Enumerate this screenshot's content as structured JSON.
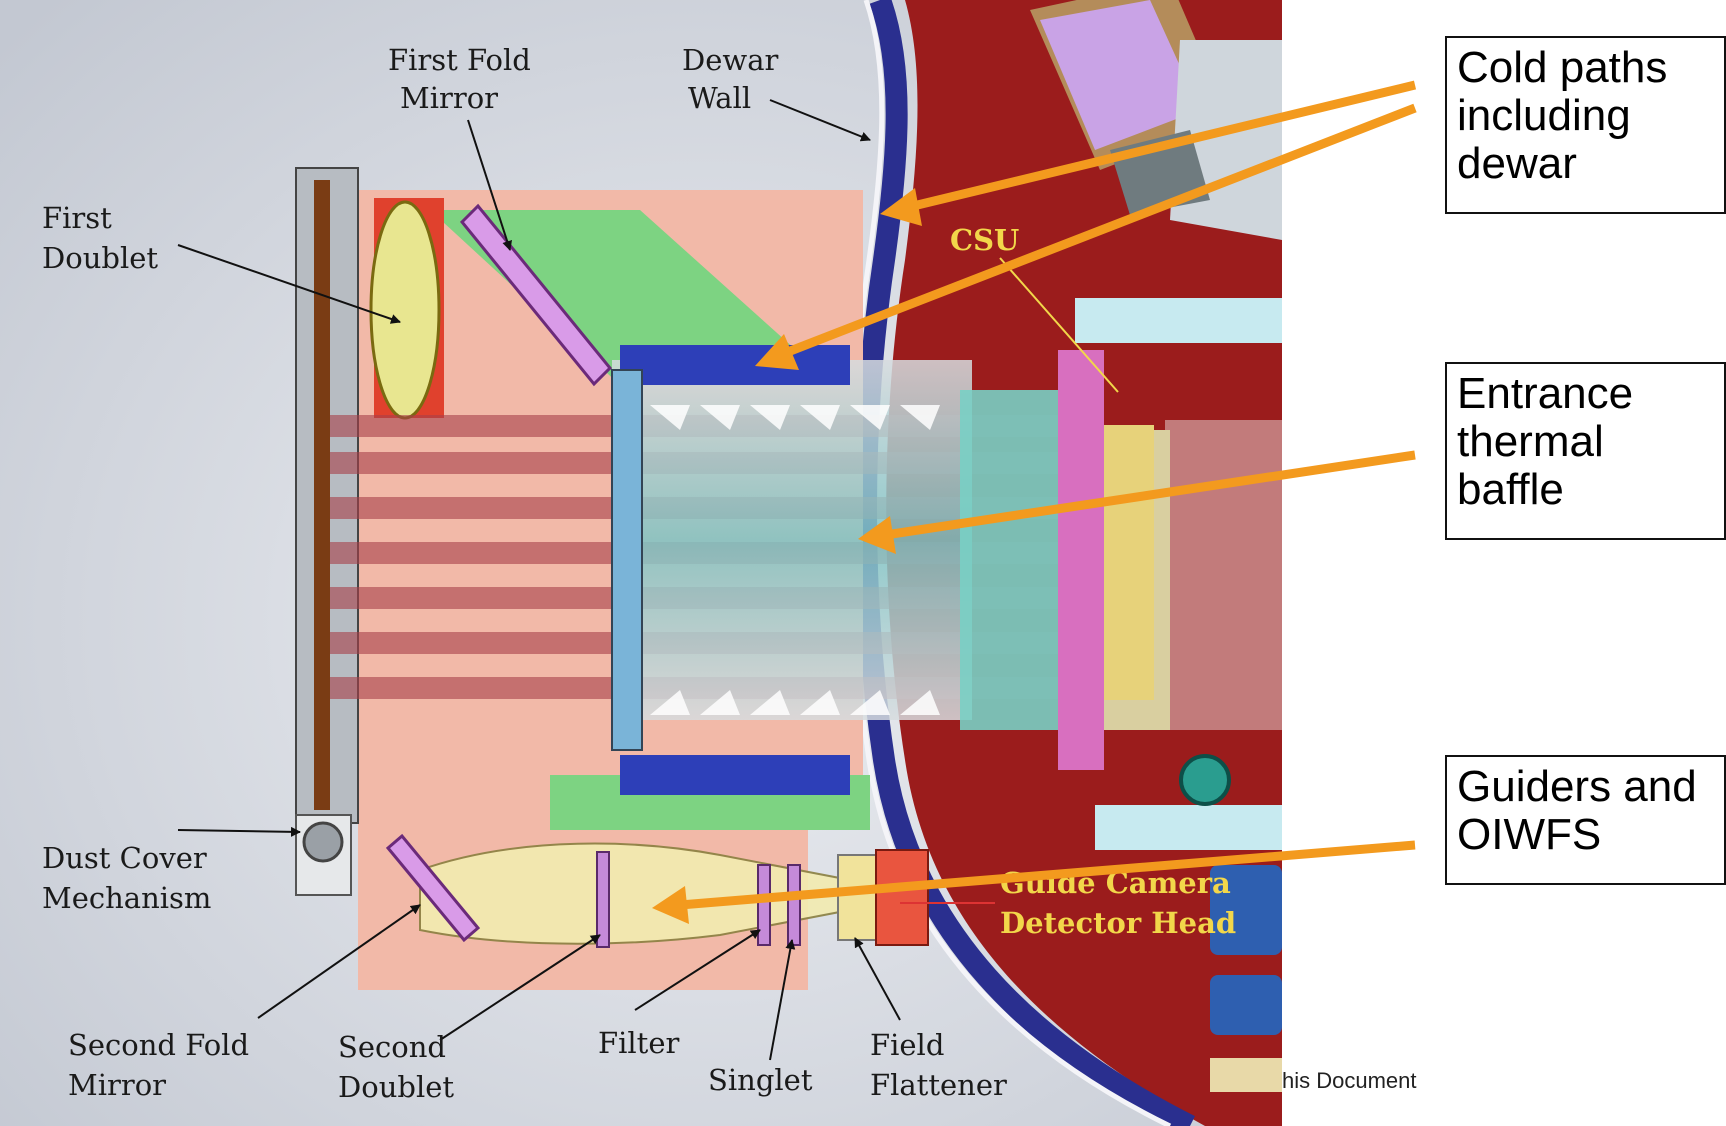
{
  "labels": {
    "first_fold_mirror": [
      "First Fold",
      "Mirror"
    ],
    "dewar_wall": [
      "Dewar",
      "Wall"
    ],
    "first_doublet": [
      "First",
      "Doublet"
    ],
    "csu": "CSU",
    "dust_cover": [
      "Dust Cover",
      "Mechanism"
    ],
    "guide_camera": [
      "Guide Camera",
      "Detector Head"
    ],
    "second_fold_mirror": [
      "Second Fold",
      "Mirror"
    ],
    "second_doublet": [
      "Second",
      "Doublet"
    ],
    "filter": "Filter",
    "singlet": "Singlet",
    "field_flattener": [
      "Field",
      "Flattener"
    ]
  },
  "callouts": {
    "cold_paths": "Cold paths\nincluding\ndewar",
    "entrance_baffle": "Entrance\nthermal\nbaffle",
    "guiders": "Guiders and\nOIWFS"
  },
  "footer": "his Document",
  "colors": {
    "arrow_orange": "#f39a1e",
    "dewar_red": "#9b1c1c",
    "bench_pink": "#f2b9a8",
    "baffle_green": "#8fd68c",
    "mount_blue": "#2d3fb8",
    "beam_red": "#a8404a"
  }
}
